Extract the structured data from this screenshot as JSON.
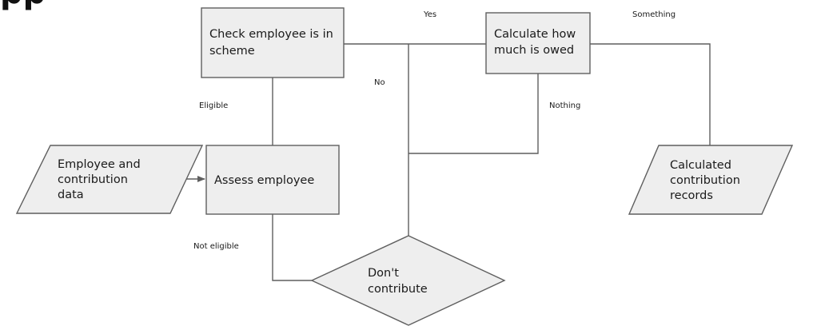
{
  "heading_fragment": "pp",
  "nodes": {
    "check_employee": {
      "line1": "Check employee is in",
      "line2": "scheme"
    },
    "calculate_owed": {
      "line1": "Calculate how",
      "line2": "much is owed"
    },
    "employee_data": {
      "line1": "Employee and",
      "line2": "contribution",
      "line3": "data"
    },
    "assess_employee": {
      "line1": "Assess employee"
    },
    "calculated_records": {
      "line1": "Calculated",
      "line2": "contribution",
      "line3": "records"
    },
    "dont_contribute": {
      "line1": "Don't",
      "line2": "contribute"
    }
  },
  "edge_labels": {
    "yes": "Yes",
    "no": "No",
    "something": "Something",
    "nothing": "Nothing",
    "eligible": "Eligible",
    "not_eligible": "Not eligible"
  },
  "colors": {
    "shape_fill": "#eeeeee",
    "shape_stroke": "#5f5f5f",
    "text": "#1a1a1a"
  }
}
